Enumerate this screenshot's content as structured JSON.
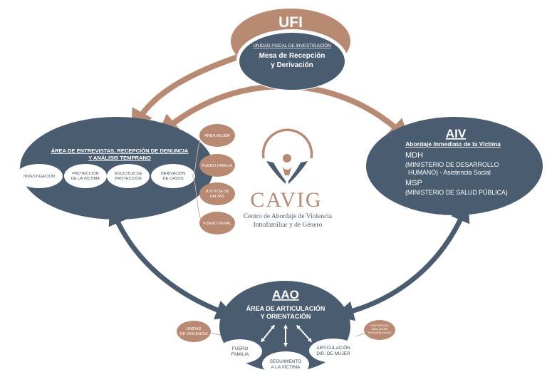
{
  "colors": {
    "slate": "#4a5d70",
    "copper": "#b98a72",
    "copper_dark": "#a27158",
    "white": "#ffffff"
  },
  "ufi": {
    "title": "UFI",
    "subtitle": "UNIDAD FISCAL DE INVESTIGACIÓN",
    "line1": "Mesa de Recepción",
    "line2": "y Derivación"
  },
  "entrevistas": {
    "title_line1": "ÁREA DE ENTREVISTAS, RECEPCIÓN DE DENUNCIA",
    "title_line2": "Y ANÁLISIS TEMPRANO",
    "items": [
      {
        "line1": "INVESTIGACIÓN",
        "line2": ""
      },
      {
        "line1": "PROTECCIÓN",
        "line2": "DE LA VÍCTIMA"
      },
      {
        "line1": "SOLICITUD DE",
        "line2": "PROTECCIÓN"
      },
      {
        "line1": "DERIVACIÓN",
        "line2": "DE CASOS"
      }
    ]
  },
  "derivaciones": [
    {
      "line1": "ÁREA MUJER",
      "line2": ""
    },
    {
      "line1": "FUERO FAMILIA",
      "line2": ""
    },
    {
      "line1": "JUSTICIA DE",
      "line2": "FALTAS"
    },
    {
      "line1": "FUERO PENAL",
      "line2": ""
    }
  ],
  "cavig": {
    "name": "CAVIG",
    "line1": "Centro de Abordaje de Violencia",
    "line2": "Intrafamiliar y de Género",
    "logo_icon": "hands-holding-person-icon"
  },
  "aiv": {
    "title": "AIV",
    "subtitle": "Abordaje Inmediato de la Víctima",
    "mdh": "MDH",
    "mdh_line1": "(MINISTERIO DE DESARROLLO",
    "mdh_line2": "HUMANO) - Asistencia Social",
    "msp": "MSP",
    "msp_line1": "(MINISTERIO DE SALUD PÚBLICA)"
  },
  "aao": {
    "title": "AAO",
    "line1": "ÁREA DE ARTICULACIÓN",
    "line2": "Y ORIENTACIÓN",
    "items": [
      {
        "line1": "FUERO",
        "line2": "FAMILIA"
      },
      {
        "line1": "SEGUIMIENTO",
        "line2": "A LA VÍCTIMA"
      },
      {
        "line1": "ARTICULACIÓN",
        "line2": "DIR. DE MUJER"
      }
    ],
    "side_left": {
      "line1": "UNIDAD",
      "line2": "DE VIOLENCIA"
    },
    "side_right": {
      "line1": "DISPOSITIVOS",
      "line2": "ÁREA MUJER",
      "line3": "MUNICIPALIDADES"
    }
  }
}
